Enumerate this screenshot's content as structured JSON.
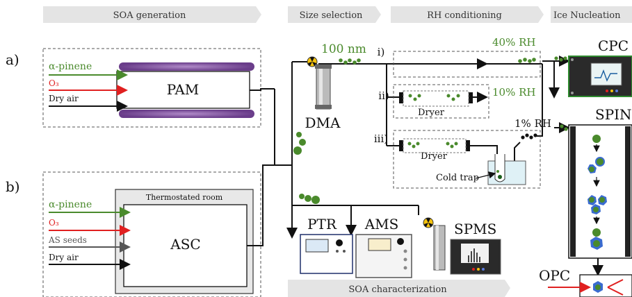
{
  "headers": {
    "soa_generation": "SOA generation",
    "size_selection": "Size selection",
    "rh_conditioning": "RH conditioning",
    "ice_nucleation": "Ice Nucleation",
    "soa_characterization": "SOA characterization"
  },
  "panels": {
    "a": "a)",
    "b": "b)"
  },
  "pam": {
    "name": "PAM",
    "inputs": [
      "α-pinene",
      "O₃",
      "Dry air"
    ]
  },
  "asc": {
    "name": "ASC",
    "room_label": "Thermostated room",
    "inputs": [
      "α-pinene",
      "O₃",
      "AS seeds",
      "Dry air"
    ]
  },
  "size_selection": {
    "size": "100 nm",
    "classifier": "DMA"
  },
  "rh_paths": [
    {
      "id": "i)",
      "rh": "40% RH"
    },
    {
      "id": "ii)",
      "rh": "10% RH",
      "device": "Dryer"
    },
    {
      "id": "iii)",
      "rh": "1% RH",
      "device": "Dryer",
      "trap": "Cold trap"
    }
  ],
  "instruments": {
    "cpc": "CPC",
    "spin": "SPIN",
    "opc": "OPC",
    "ptr": "PTR",
    "ams": "AMS",
    "spms": "SPMS"
  },
  "colors": {
    "alpha_pinene": "#4a8a2c",
    "ozone": "#e02020",
    "seeds": "#555555",
    "air": "#111111",
    "rh_green": "#4a8a2c"
  }
}
